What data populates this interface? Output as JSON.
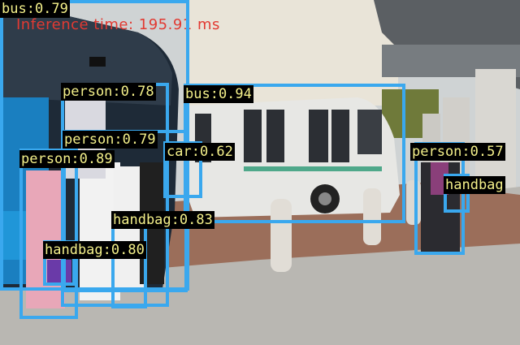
{
  "overlay": {
    "inference_text": "Inference time: 195.91 ms",
    "colors": {
      "box": "#3aa8ee",
      "label_text": "#f4f08a",
      "label_bg": "#000000",
      "inference_text": "#e23a32"
    }
  },
  "detections": [
    {
      "id": "bus-079",
      "label": "bus:0.79"
    },
    {
      "id": "bus-094",
      "label": "bus:0.94"
    },
    {
      "id": "person-078",
      "label": "person:0.78"
    },
    {
      "id": "person-079",
      "label": "person:0.79"
    },
    {
      "id": "person-089",
      "label": "person:0.89"
    },
    {
      "id": "person-057",
      "label": "person:0.57"
    },
    {
      "id": "car-062",
      "label": "car:0.62"
    },
    {
      "id": "handbag-083",
      "label": "handbag:0.83"
    },
    {
      "id": "handbag-080",
      "label": "handbag:0.80"
    },
    {
      "id": "handbag-right",
      "label": "handbag"
    }
  ]
}
